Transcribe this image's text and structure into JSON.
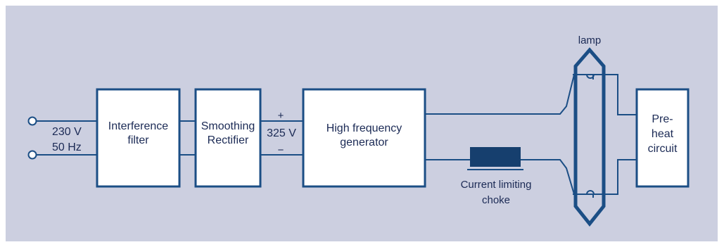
{
  "colors": {
    "background": "#cccfe0",
    "box_fill": "#ffffff",
    "line": "#1b4e85",
    "text": "#1b2a55",
    "choke": "#163f6e"
  },
  "input": {
    "voltage": "230 V",
    "frequency": "50 Hz"
  },
  "blocks": {
    "interference_filter": {
      "line1": "Interference",
      "line2": "filter"
    },
    "smoothing_rectifier": {
      "line1": "Smoothing",
      "line2": "Rectifier"
    },
    "hf_generator": {
      "line1": "High frequency",
      "line2": "generator"
    },
    "preheat": {
      "line1": "Pre-",
      "line2": "heat",
      "line3": "circuit"
    }
  },
  "dc_bus": {
    "plus": "+",
    "minus": "−",
    "voltage": "325 V"
  },
  "choke": {
    "line1": "Current limiting",
    "line2": "choke"
  },
  "lamp": {
    "label": "lamp"
  }
}
